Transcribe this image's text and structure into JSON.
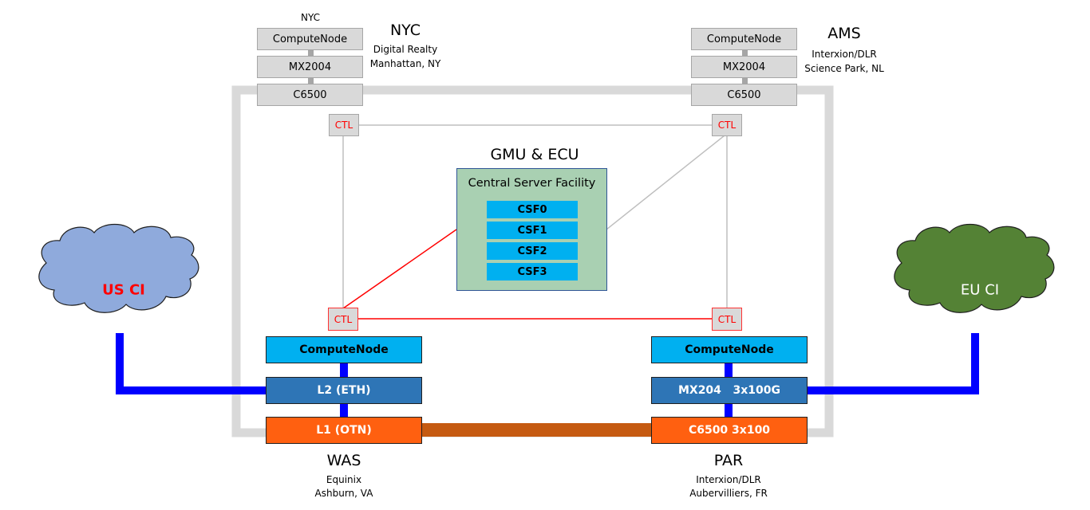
{
  "diagram": {
    "sites": {
      "nyc": {
        "small_label": "NYC",
        "title": "NYC",
        "subtitle_1": "Digital Realty",
        "subtitle_2": "Manhattan, NY",
        "stack": [
          "ComputeNode",
          "MX2004",
          "C6500"
        ],
        "ctl": "CTL"
      },
      "ams": {
        "title": "AMS",
        "subtitle_1": "Interxion/DLR",
        "subtitle_2": "Science Park, NL",
        "stack": [
          "ComputeNode",
          "MX2004",
          "C6500"
        ],
        "ctl": "CTL"
      },
      "was": {
        "title": "WAS",
        "subtitle_1": "Equinix",
        "subtitle_2": "Ashburn, VA",
        "compute": "ComputeNode",
        "l2": "L2 (ETH)",
        "l1": "L1 (OTN)",
        "ctl": "CTL"
      },
      "par": {
        "title": "PAR",
        "subtitle_1": "Interxion/DLR",
        "subtitle_2": "Aubervilliers, FR",
        "compute": "ComputeNode",
        "l2": "MX204   3x100G",
        "l1": "C6500 3x100",
        "ctl": "CTL"
      }
    },
    "central": {
      "title": "GMU & ECU",
      "facility": "Central Server Facility",
      "servers": [
        "CSF0",
        "CSF1",
        "CSF2",
        "CSF3"
      ]
    },
    "clouds": {
      "us": {
        "label": "US CI",
        "fill": "#8faadc",
        "text_color": "#ff0000"
      },
      "eu": {
        "label": "EU CI",
        "fill": "#548235",
        "text_color": "#ffffff"
      }
    },
    "link_colors": {
      "ring": "#d9d9d9",
      "control": "#bfbfbf",
      "control_active": "#ff0000",
      "ethernet": "#0000ff",
      "otn": "#c55a11"
    }
  }
}
